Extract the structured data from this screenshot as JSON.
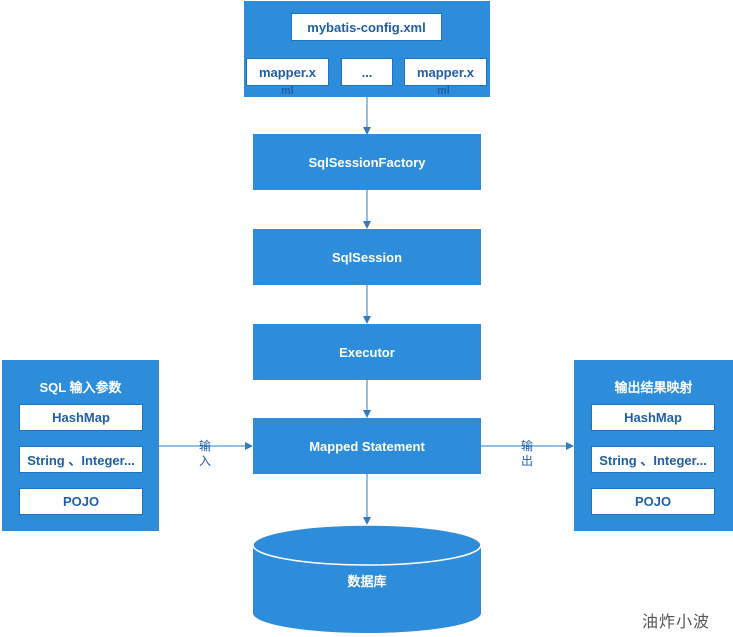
{
  "config": {
    "file": "mybatis-config.xml",
    "mapper_left": "mapper.x",
    "mapper_left_wrap": "ml",
    "ellipsis": "...",
    "mapper_right": "mapper.x",
    "mapper_right_wrap": "ml"
  },
  "flow": {
    "factory": "SqlSessionFactory",
    "session": "SqlSession",
    "executor": "Executor",
    "mapped": "Mapped Statement",
    "database": "数据库"
  },
  "input_panel": {
    "title": "SQL 输入参数",
    "items": [
      "HashMap",
      "String 、Integer...",
      "POJO"
    ]
  },
  "output_panel": {
    "title": "输出结果映射",
    "items": [
      "HashMap",
      "String 、Integer...",
      "POJO"
    ]
  },
  "edges": {
    "input_label": [
      "输",
      "入"
    ],
    "output_label": [
      "输",
      "出"
    ]
  },
  "watermark": "油炸小波",
  "colors": {
    "primary": "#2e8ddb",
    "text_dark_blue": "#1f5fa8",
    "line": "#2e7cc5"
  }
}
